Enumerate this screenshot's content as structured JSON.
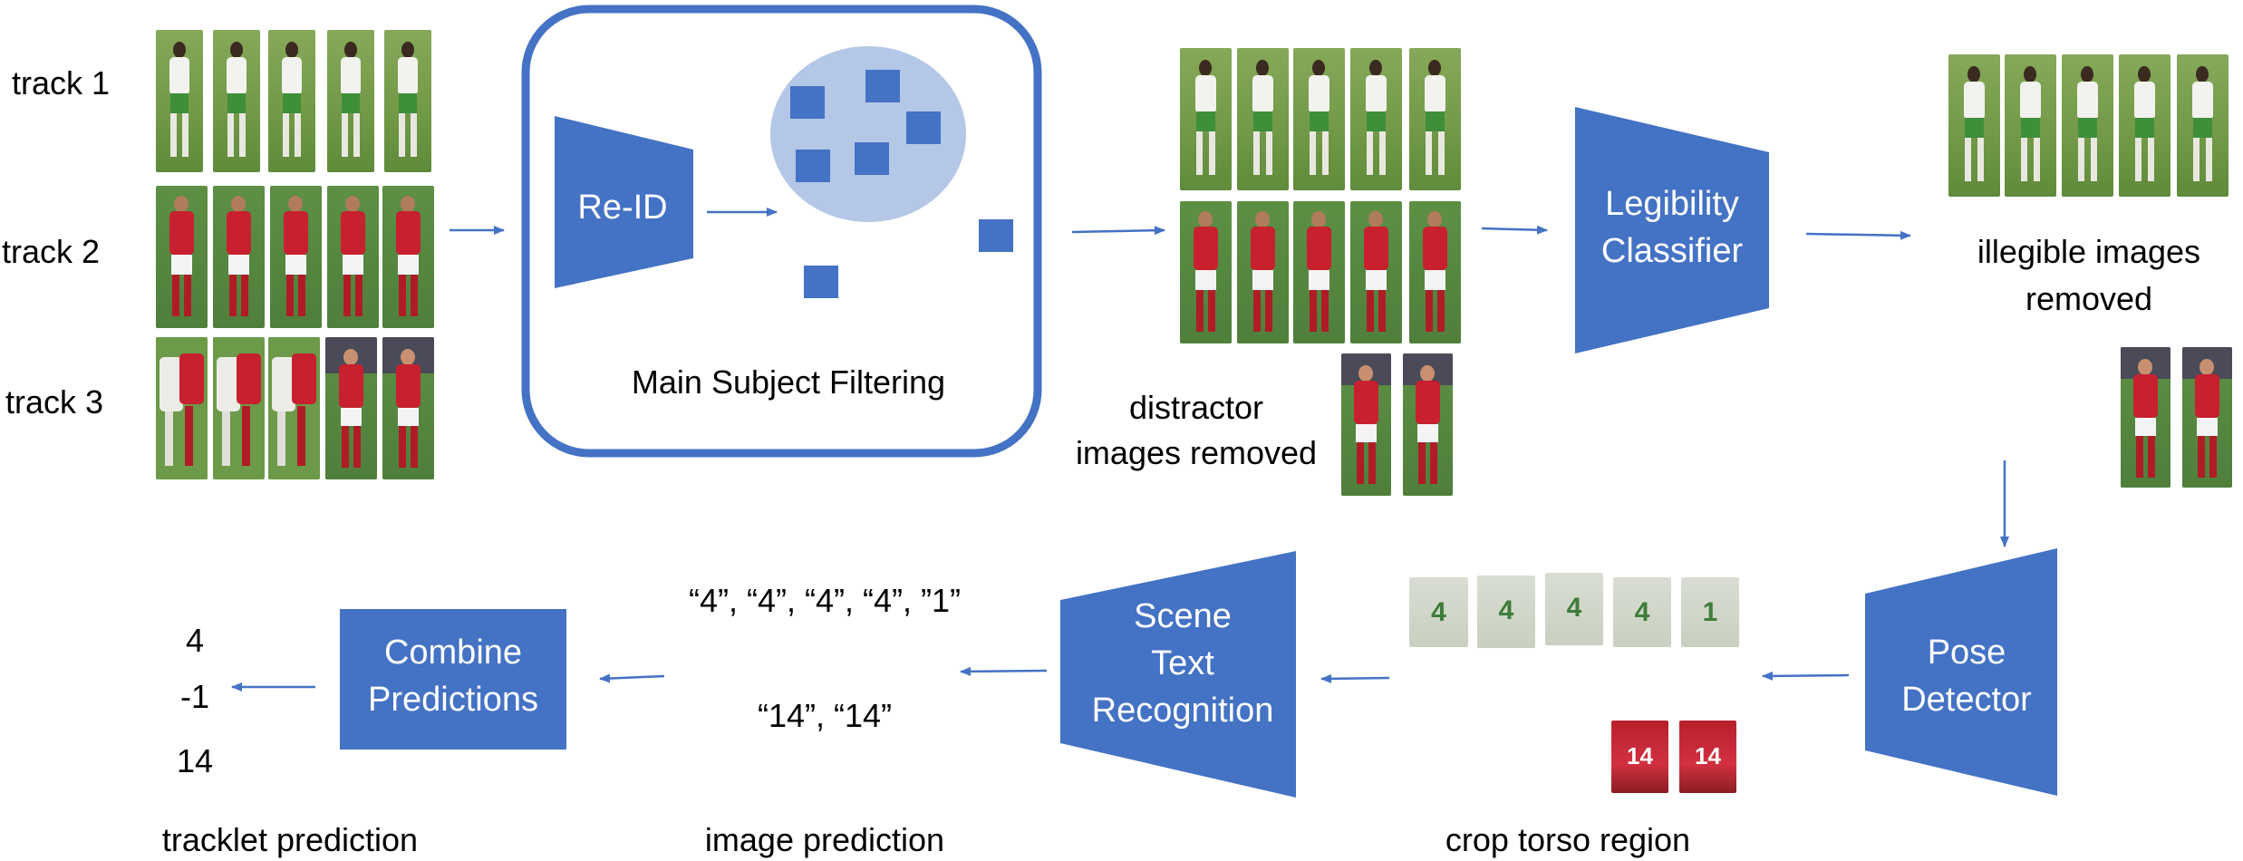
{
  "tracks": [
    "track 1",
    "track 2",
    "track 3"
  ],
  "reid_label": "Re-ID",
  "main_filter_label": "Main Subject Filtering",
  "distractor_label": [
    "distractor",
    "images removed"
  ],
  "legibility_label": [
    "Legibility",
    "Classifier"
  ],
  "illegible_label": [
    "illegible images",
    "removed"
  ],
  "pose_label": [
    "Pose",
    "Detector"
  ],
  "crop_label": "crop torso region",
  "str_label": [
    "Scene",
    "Text",
    "Recognition"
  ],
  "image_preds": [
    "“4”, “4”, “4”, “4”, ”1”",
    "“14”, “14”"
  ],
  "image_pred_label": "image prediction",
  "combine_label": [
    "Combine",
    "Predictions"
  ],
  "tracklet_values": [
    "4",
    "-1",
    "14"
  ],
  "tracklet_label": "tracklet prediction",
  "colors": {
    "accent": "#4472c4",
    "cluster": "#b4c7e7",
    "jersey_green": "#3f8f3a",
    "jersey_red": "#c8202e",
    "pitch": "#6a9845"
  }
}
